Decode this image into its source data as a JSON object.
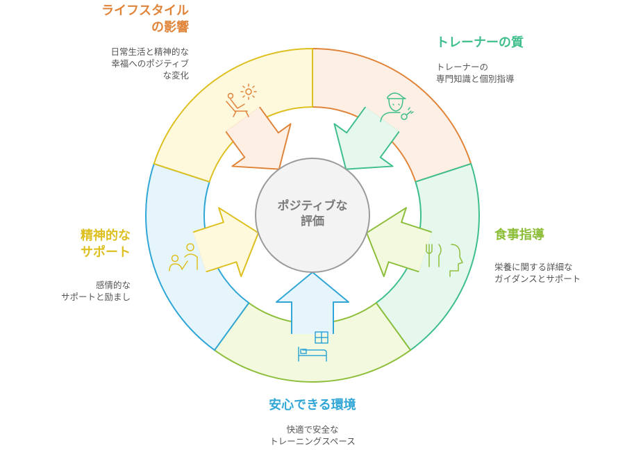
{
  "center": {
    "line1": "ポジティブな",
    "line2": "評価"
  },
  "segments": [
    {
      "id": "lifestyle",
      "title_lines": [
        "ライフスタイル",
        "の影響"
      ],
      "desc_lines": [
        "日常生活と精神的な",
        "幸福へのポジティブ",
        "な変化"
      ],
      "color": "#E0843A",
      "fill": "#FDEFE3",
      "icon": "relaxing-person-sun-icon"
    },
    {
      "id": "trainer",
      "title_lines": [
        "トレーナーの質"
      ],
      "desc_lines": [
        "トレーナーの",
        "専門知識と個別指導"
      ],
      "color": "#3DBE8B",
      "fill": "#E6F8EE",
      "icon": "trainer-whistle-icon"
    },
    {
      "id": "diet",
      "title_lines": [
        "食事指導"
      ],
      "desc_lines": [
        "栄養に関する詳細な",
        "ガイダンスとサポート"
      ],
      "color": "#8DBE3A",
      "fill": "#F3F9DF",
      "icon": "fork-knife-head-icon"
    },
    {
      "id": "environment",
      "title_lines": [
        "安心できる環境"
      ],
      "desc_lines": [
        "快適で安全な",
        "トレーニングスペース"
      ],
      "color": "#2FA6D6",
      "fill": "#E6F5FB",
      "icon": "bed-building-icon"
    },
    {
      "id": "mental",
      "title_lines": [
        "精神的な",
        "サポート"
      ],
      "desc_lines": [
        "感情的な",
        "サポートと励まし"
      ],
      "color": "#DDBF1F",
      "fill": "#FEF9DD",
      "icon": "support-people-icon"
    }
  ]
}
